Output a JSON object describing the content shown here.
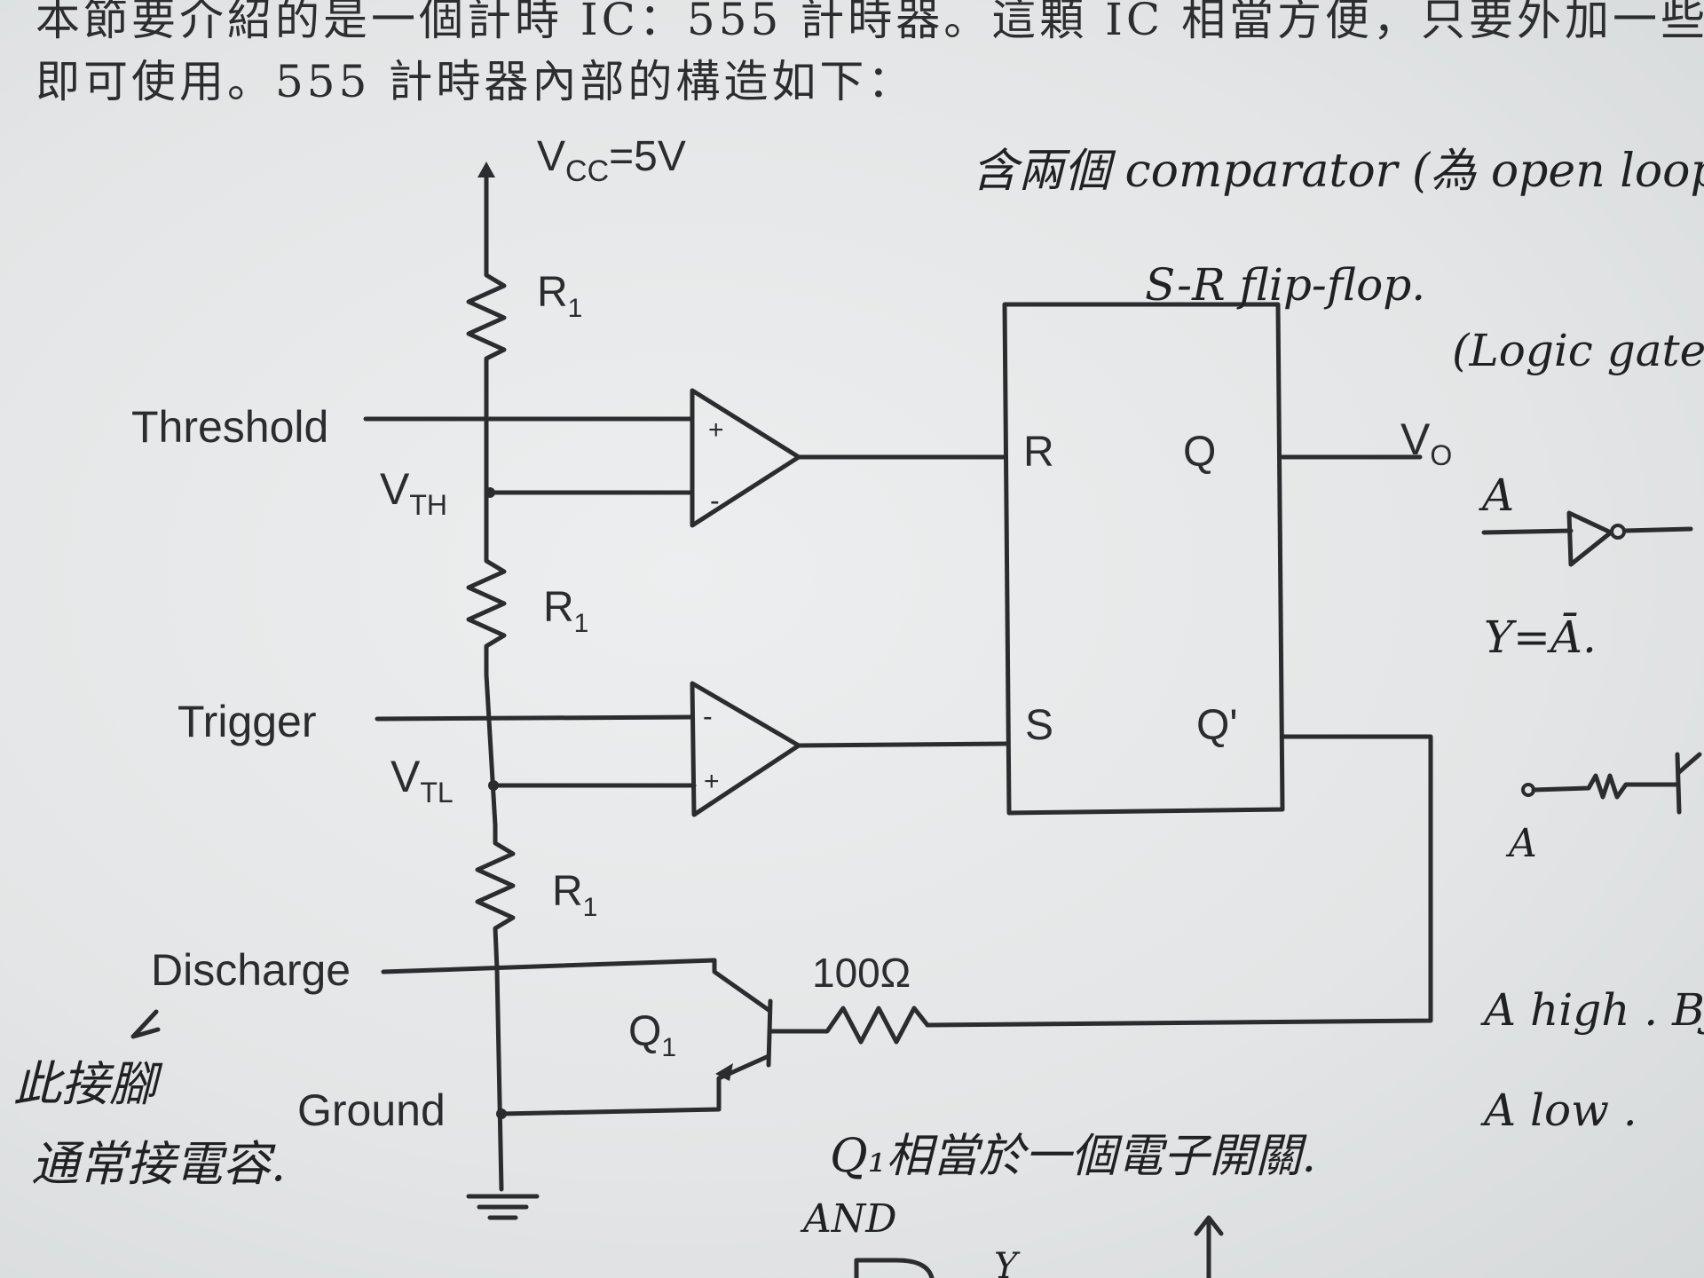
{
  "printed_text": {
    "line1": "本節要介紹的是一個計時 IC：555 計時器。這顆 IC 相當方便，只要外加一些電",
    "line2": "即可使用。555 計時器內部的構造如下："
  },
  "diagram": {
    "vcc": {
      "v": "V",
      "sub": "CC",
      "rest": "=5V"
    },
    "resistor_r": "R",
    "resistor_sub": "1",
    "vth": {
      "v": "V",
      "sub": "TH"
    },
    "vtl": {
      "v": "V",
      "sub": "TL"
    },
    "pins": {
      "threshold": "Threshold",
      "trigger": "Trigger",
      "discharge": "Discharge",
      "ground": "Ground"
    },
    "comparator_signs": {
      "plus": "+",
      "minus": "-"
    },
    "flipflop": {
      "r": "R",
      "s": "S",
      "q": "Q",
      "q_bar": "Q'"
    },
    "vo": {
      "v": "V",
      "sub": "O"
    },
    "transistor": {
      "q": "Q",
      "sub": "1"
    },
    "resistor_100": "100Ω"
  },
  "handwriting": {
    "comparator_note": "含兩個 comparator (為 open loop opera",
    "flipflop_note": "S-R flip-flop.",
    "logic_gate_note": "(Logic gate)",
    "a_label": "A",
    "y_eq": "Y=Ā.",
    "a_label2": "A",
    "a_high": "A high . BJT",
    "a_low": "A low .",
    "discharge_note1": "此接腳",
    "discharge_note2": "通常接電容.",
    "q1_note": "Q₁相當於一個電子開關.",
    "and_note": "AND",
    "y_bottom": "Y"
  }
}
